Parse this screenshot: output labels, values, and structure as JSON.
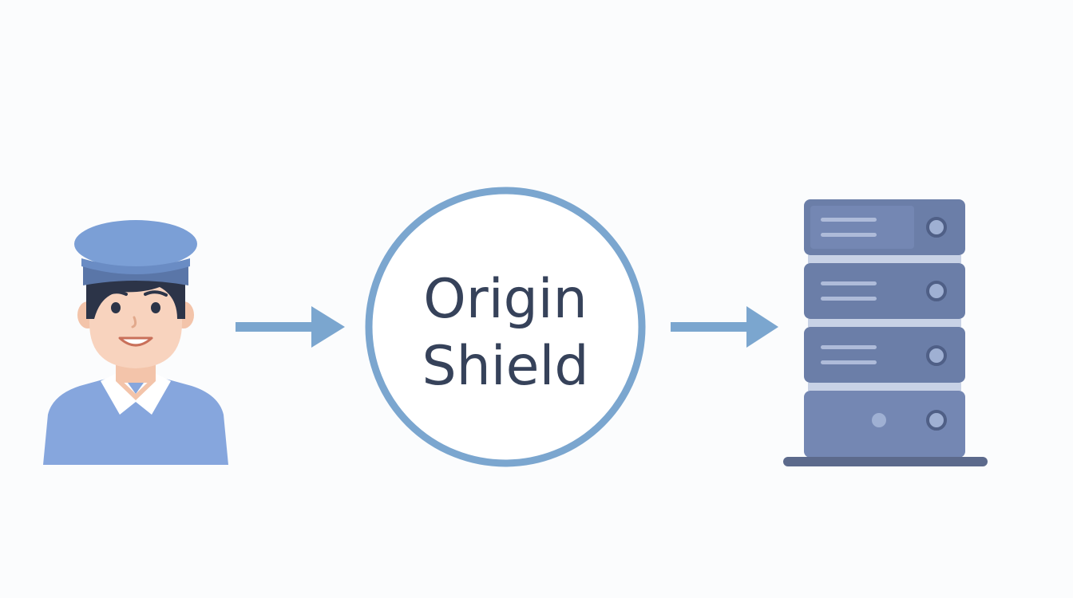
{
  "diagram": {
    "center_label_line1": "Origin",
    "center_label_line2": "Shield",
    "left_icon": "person-with-cap-icon",
    "right_icon": "server-rack-icon",
    "flow": [
      "user",
      "origin-shield",
      "server"
    ]
  },
  "colors": {
    "background": "#fbfcfd",
    "ring": "#7ba6cf",
    "arrow": "#7ba6cf",
    "label": "#36425a",
    "person_cap": "#7b9fd6",
    "person_cap_band": "#5a76a8",
    "person_shirt": "#86a6dd",
    "person_skin": "#f8d3be",
    "person_hair": "#2c3448",
    "server_unit": "#6b7ea8",
    "server_unit_light": "#8194bf",
    "server_base": "#5c6a8c"
  }
}
